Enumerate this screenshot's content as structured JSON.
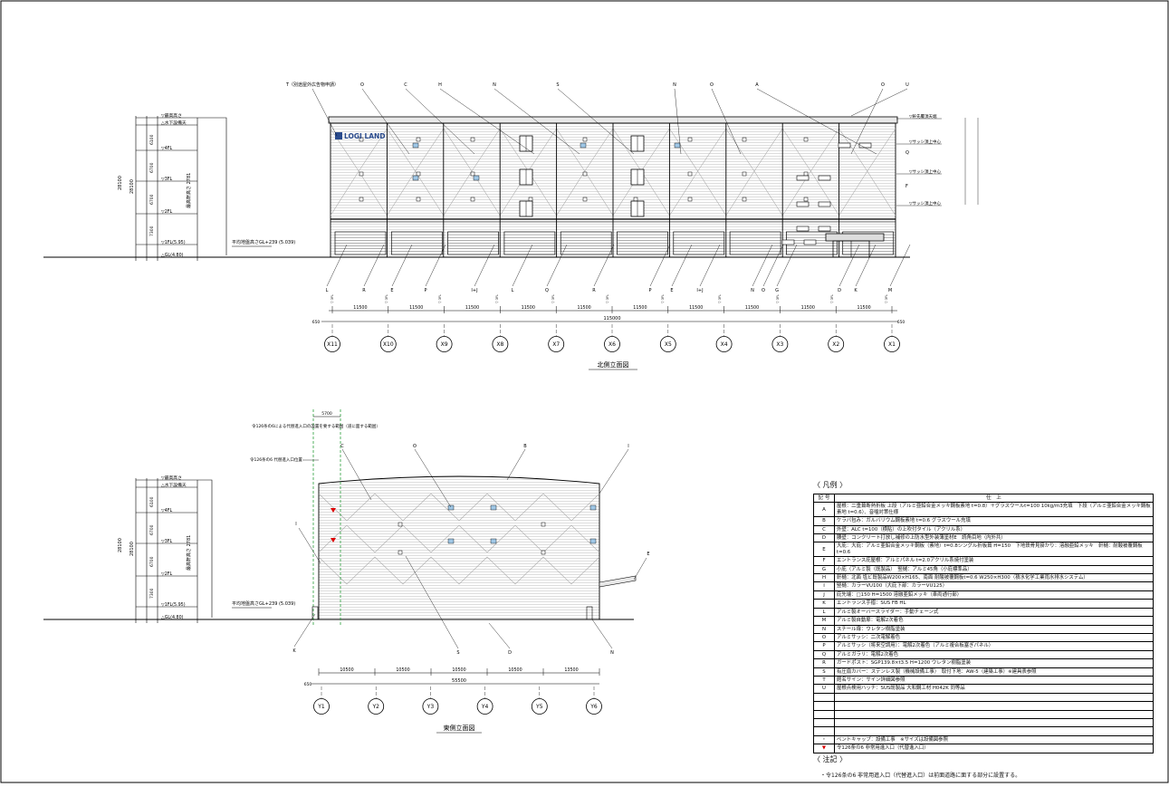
{
  "north": {
    "title": "北側立面図",
    "top_labels": [
      "T（別途屋外広告物申請）",
      "O",
      "C",
      "H",
      "N",
      "S",
      "N",
      "O",
      "A",
      "O",
      "U"
    ],
    "bottom_labels": [
      "L",
      "R",
      "E",
      "P",
      "I+J",
      "L",
      "Q",
      "R",
      "P",
      "E",
      "I+J",
      "N",
      "O",
      "G",
      "D",
      "K",
      "M"
    ],
    "levels": [
      "▽最高高さ",
      "△水下設備天",
      "▽4FL",
      "▽3FL",
      "▽2FL",
      "▽1FL(5.95)",
      "△GL(4.80)"
    ],
    "level_dims": [
      "6100",
      "6700",
      "6700",
      "7300"
    ],
    "overall_dim": "28100",
    "ground_note": "平均地盤高さGL+239 (5.039)",
    "right_notes": [
      "▽軒先覆頂天端",
      "▽サッシ頂上中心",
      "▽サッシ頂上中心",
      "▽サッシ頂上中心"
    ],
    "right_labels": [
      "Q",
      "F"
    ],
    "spans": [
      "11500",
      "11500",
      "11500",
      "11500",
      "11500",
      "11500",
      "11500",
      "11500",
      "11500",
      "11500"
    ],
    "total": "115000",
    "edge": "650",
    "grids": [
      "X11",
      "X10",
      "X9",
      "X8",
      "X7",
      "X6",
      "X5",
      "X4",
      "X3",
      "X2",
      "X1"
    ],
    "logo": "LOGI LAND"
  },
  "east": {
    "title": "東側立面図",
    "top_labels": [
      "C",
      "O",
      "B",
      "I"
    ],
    "side_labels": [
      "I",
      "E"
    ],
    "bottom_labels": [
      "K",
      "S",
      "D",
      "N"
    ],
    "note": "令126条の6による代替進入口の設置を要する範囲（道に面する範囲）",
    "note2": "令126条の6 代替進入口位置",
    "dim_5700": "5700",
    "levels": [
      "▽最高高さ",
      "△水下設備天",
      "▽4FL",
      "▽3FL",
      "▽2FL",
      "▽1FL(5.95)",
      "△GL(4.80)"
    ],
    "level_dims": [
      "6100",
      "6700",
      "6700",
      "7300"
    ],
    "overall_dim": "28100",
    "ground_note": "平均地盤高さGL+239 (5.039)",
    "spans": [
      "10500",
      "10500",
      "10500",
      "10500",
      "13500"
    ],
    "total": "55500",
    "edge": "650",
    "grids": [
      "Y1",
      "Y2",
      "Y3",
      "Y4",
      "Y5",
      "Y6"
    ]
  },
  "legend": {
    "title": "〈 凡例 〉",
    "head_key": "記 号",
    "head_val": "仕　上",
    "rows": [
      {
        "k": "A",
        "v": "屋根：二重葺断熱折板 上段（アルミ亜鉛合金メッキ鋼板素地 t=0.8）＋グラスウールt=100 10kg/m3充填　下段（アルミ亜鉛合金メッキ鋼板素地 t=0.6）、音噛対策仕様"
      },
      {
        "k": "B",
        "v": "ケラバ包み：ガルバリウム鋼板素地 t=0.6 グラスウール充填"
      },
      {
        "k": "C",
        "v": "外壁：ALC t=100（横貼）の上吹付タイル（アクリル系）"
      },
      {
        "k": "D",
        "v": "腰壁：コンクリート打放し補修の上防水型外装薄塗材E　読角目地（内外共）"
      },
      {
        "k": "E",
        "v": "大庇：大庇：アルミ亜鉛合金メッキ鋼板（素地）t=0.8シングル折板葺 H=150　下地鉄骨見掛かり：溶融亜鉛メッキ　軒樋：耐酸被覆鋼板t=0.6"
      },
      {
        "k": "F",
        "v": "エントランス庇屋根：アルミパネル t=2.0アクリル系焼付塗装"
      },
      {
        "k": "G",
        "v": "小庇（アルミ製（既製品）　竪樋：アルミ45角（小庇標準品）"
      },
      {
        "k": "H",
        "v": "軒樋：北面 塩ビ既製品W200×H165、南面 耐酸被覆鋼板t=0.6 W250×H300（積水化学工業雨水排水システム）"
      },
      {
        "k": "I",
        "v": "竪樋：カラーVU100（大庇下部：カラーVU125）"
      },
      {
        "k": "J",
        "v": "庇先端：□150 H=1500 溶融亜鉛メッキ（車両通行部）"
      },
      {
        "k": "K",
        "v": "エントランス手摺：SUS FB HL"
      },
      {
        "k": "L",
        "v": "アルミ製オーバースライダー：手動チェーン式"
      },
      {
        "k": "M",
        "v": "アルミ製自動扉：電解2次着色"
      },
      {
        "k": "N",
        "v": "スチール扉：ウレタン樹脂塗装"
      },
      {
        "k": "O",
        "v": "アルミサッシ：二次電解着色"
      },
      {
        "k": "P",
        "v": "アルミサッシ（将来空調用）：電解2次着色（アルミ複合板塞ぎパネル）"
      },
      {
        "k": "Q",
        "v": "アルミガラリ：電解2次着色"
      },
      {
        "k": "R",
        "v": "ガードポスト：SGP139.8×t3.5 H=1200 ウレタン樹脂塗装"
      },
      {
        "k": "S",
        "v": "有圧扇カバー：ステンレス製（機械設備工事）　取付下地：AW-5（建築工事）※建具表参照"
      },
      {
        "k": "T",
        "v": "館名サイン：サイン詳細図参照"
      },
      {
        "k": "U",
        "v": "屋根点検用ハッチ：SUS既製品 大和鋼工材 H042K 同等品"
      }
    ],
    "vent_key": "・",
    "vent": "ベントキャップ：設備工事　※サイズは設備図参照",
    "red_key": "▼",
    "red": "令126条の6 非常用進入口（代替進入口）"
  },
  "notes": {
    "title": "〈 注記 〉",
    "line": "・令126条の6 非常用進入口（代替進入口）は前面道路に面する部分に設置する。"
  }
}
